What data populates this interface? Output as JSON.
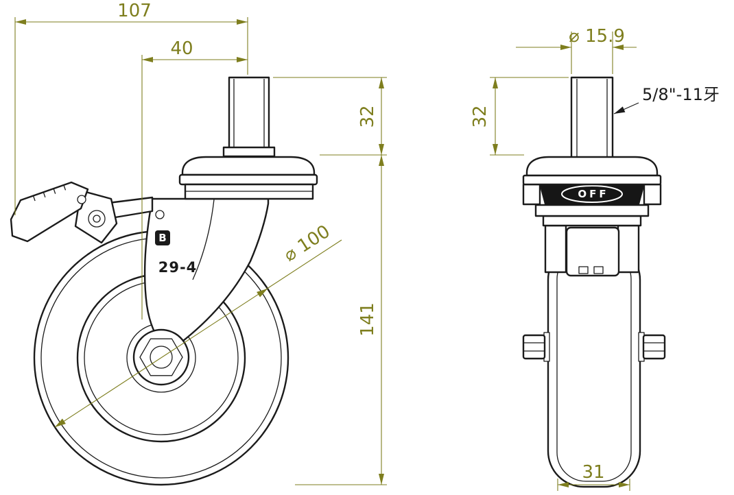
{
  "drawing_title": "caster-technical-drawing",
  "colors": {
    "background": "#ffffff",
    "line": "#1b1b1b",
    "dimension": "#7e7e1e",
    "pedal-fill": "#161616",
    "pedal-text": "#ffffff"
  },
  "side_view": {
    "dim_overall_width": "107",
    "dim_stem_offset": "40",
    "dim_stem_height": "32",
    "dim_swivel_height": "141",
    "dim_wheel_diameter": "⌀ 100",
    "model_label": "29-4",
    "logo_letter": "B"
  },
  "front_view": {
    "dim_stem_diameter": "⌀ 15.9",
    "dim_stem_height": "32",
    "dim_tread_width": "31",
    "thread_label": "5/8\"-11牙",
    "pedal_label": "OFF"
  }
}
